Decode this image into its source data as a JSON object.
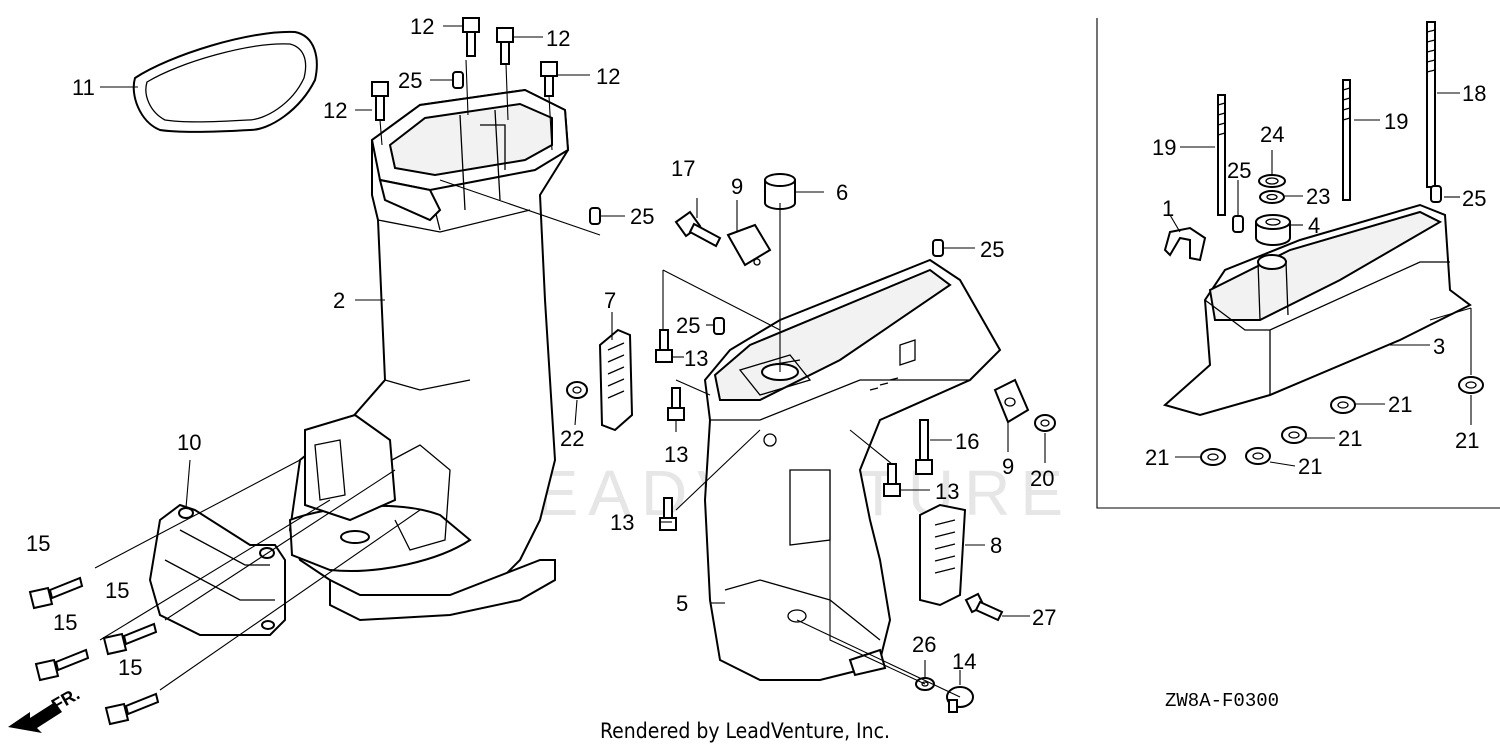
{
  "diagram": {
    "code": "ZW8A-F0300",
    "credit": "Rendered by LeadVenture, Inc.",
    "watermark": "LEADVENTURE",
    "front_marker": "FR."
  },
  "callouts": [
    {
      "id": "c11",
      "label": "11"
    },
    {
      "id": "c12a",
      "label": "12"
    },
    {
      "id": "c12b",
      "label": "12"
    },
    {
      "id": "c12c",
      "label": "12"
    },
    {
      "id": "c12d",
      "label": "12"
    },
    {
      "id": "c25a",
      "label": "25"
    },
    {
      "id": "c25b",
      "label": "25"
    },
    {
      "id": "c2",
      "label": "2"
    },
    {
      "id": "c10",
      "label": "10"
    },
    {
      "id": "c15a",
      "label": "15"
    },
    {
      "id": "c15b",
      "label": "15"
    },
    {
      "id": "c15c",
      "label": "15"
    },
    {
      "id": "c15d",
      "label": "15"
    },
    {
      "id": "c17",
      "label": "17"
    },
    {
      "id": "c9a",
      "label": "9"
    },
    {
      "id": "c6",
      "label": "6"
    },
    {
      "id": "c25c",
      "label": "25"
    },
    {
      "id": "c25d",
      "label": "25"
    },
    {
      "id": "c7",
      "label": "7"
    },
    {
      "id": "c13a",
      "label": "13"
    },
    {
      "id": "c22",
      "label": "22"
    },
    {
      "id": "c13b",
      "label": "13"
    },
    {
      "id": "c13c",
      "label": "13"
    },
    {
      "id": "c13d",
      "label": "13"
    },
    {
      "id": "c16",
      "label": "16"
    },
    {
      "id": "c9b",
      "label": "9"
    },
    {
      "id": "c20",
      "label": "20"
    },
    {
      "id": "c8",
      "label": "8"
    },
    {
      "id": "c5",
      "label": "5"
    },
    {
      "id": "c27",
      "label": "27"
    },
    {
      "id": "c26",
      "label": "26"
    },
    {
      "id": "c14",
      "label": "14"
    },
    {
      "id": "c19a",
      "label": "19"
    },
    {
      "id": "c25e",
      "label": "25"
    },
    {
      "id": "c24",
      "label": "24"
    },
    {
      "id": "c23",
      "label": "23"
    },
    {
      "id": "c1",
      "label": "1"
    },
    {
      "id": "c4",
      "label": "4"
    },
    {
      "id": "c19b",
      "label": "19"
    },
    {
      "id": "c18",
      "label": "18"
    },
    {
      "id": "c25f",
      "label": "25"
    },
    {
      "id": "c3",
      "label": "3"
    },
    {
      "id": "c21a",
      "label": "21"
    },
    {
      "id": "c21b",
      "label": "21"
    },
    {
      "id": "c21c",
      "label": "21"
    },
    {
      "id": "c21d",
      "label": "21"
    },
    {
      "id": "c21e",
      "label": "21"
    }
  ]
}
